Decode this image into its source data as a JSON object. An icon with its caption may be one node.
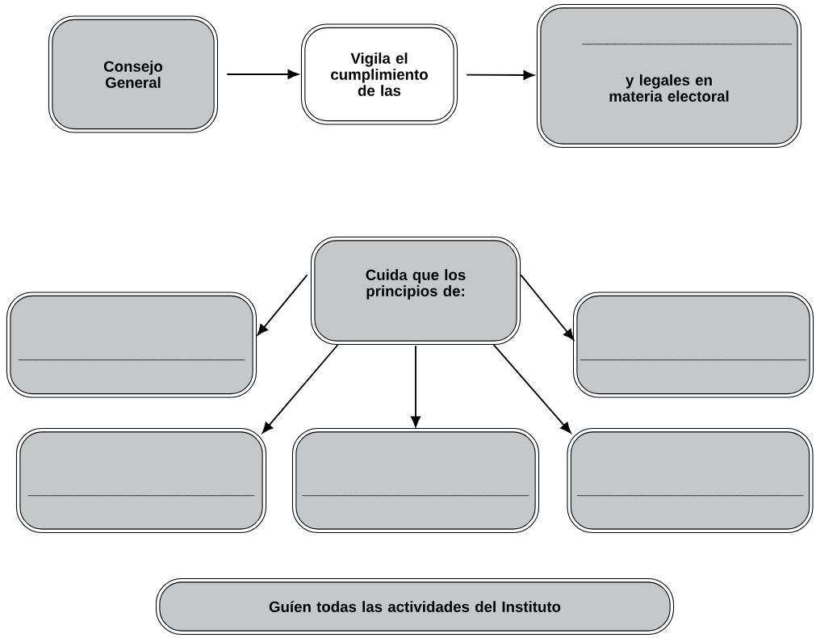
{
  "diagram": {
    "nodes": [
      {
        "text": [
          "Consejo General"
        ]
      },
      {
        "text": [
          "Vigila el cumplimiento de las"
        ]
      },
      {
        "text": [
          "_________________________",
          "y legales en materia electoral"
        ]
      },
      {
        "text": [
          "Cuida que los principios de:"
        ]
      },
      {
        "text": [
          "___________________________"
        ]
      },
      {
        "text": [
          "___________________________"
        ]
      },
      {
        "text": [
          "___________________________"
        ]
      },
      {
        "text": [
          "___________________________"
        ]
      },
      {
        "text": [
          "___________________________"
        ]
      },
      {
        "text": [
          "Guíen todas las actividades del Instituto"
        ]
      }
    ],
    "edges": [
      {
        "from": 0,
        "to": 1,
        "arrow": "to"
      },
      {
        "from": 1,
        "to": 2,
        "arrow": "to"
      },
      {
        "from": 3,
        "to": 4,
        "arrow": "to"
      },
      {
        "from": 3,
        "to": 5,
        "arrow": "to"
      },
      {
        "from": 3,
        "to": 6,
        "arrow": "to"
      },
      {
        "from": 3,
        "to": 7,
        "arrow": "to"
      },
      {
        "from": 3,
        "to": 8,
        "arrow": "to"
      }
    ]
  }
}
